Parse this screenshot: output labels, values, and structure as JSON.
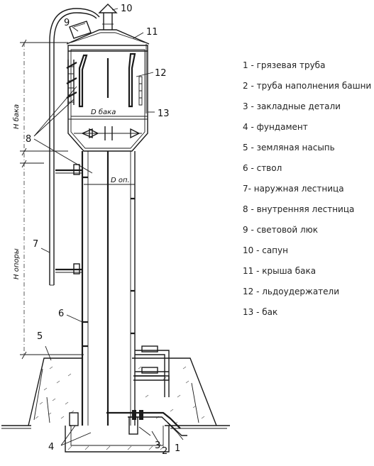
{
  "callouts": [
    "1",
    "2",
    "3",
    "4",
    "5",
    "6",
    "7",
    "8",
    "9",
    "10",
    "11",
    "12",
    "13"
  ],
  "dimensions": {
    "tank_height": "H бака",
    "tank_diameter": "D бака",
    "shaft_diameter": "D оп.",
    "support_height": "H опоры"
  },
  "legend": [
    "1 - грязевая труба",
    "2 - труба наполнения башни",
    "3 - закладные детали",
    "4 - фундамент",
    "5 - земляная насыпь",
    "6 - ствол",
    "7- наружная лестница",
    "8 - внутренняя лестница",
    "9 - световой люк",
    "10 - сапун",
    "11 - крыша бака",
    "12 - льдоудержатели",
    "13 - бак"
  ]
}
